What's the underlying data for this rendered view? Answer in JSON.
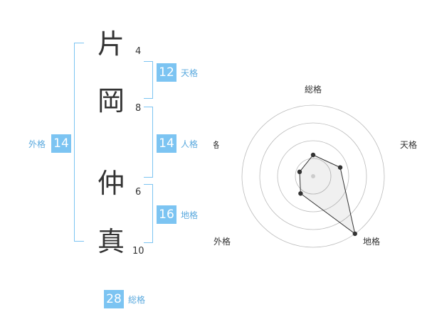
{
  "name": {
    "chars": [
      {
        "char": "片",
        "strokes": "4"
      },
      {
        "char": "岡",
        "strokes": "8"
      },
      {
        "char": "仲",
        "strokes": "6"
      },
      {
        "char": "真",
        "strokes": "10"
      }
    ]
  },
  "fortunes": {
    "tenkaku": {
      "value": "12",
      "label": "天格"
    },
    "jinkaku": {
      "value": "14",
      "label": "人格"
    },
    "chikaku": {
      "value": "16",
      "label": "地格"
    },
    "gaikaku": {
      "value": "14",
      "label": "外格"
    },
    "soukaku": {
      "value": "28",
      "label": "総格"
    }
  },
  "colors": {
    "accent": "#7cc4f2",
    "text": "#333333"
  },
  "chart_data": {
    "type": "radar",
    "axes": [
      "総格",
      "天格",
      "地格",
      "外格",
      "人格"
    ],
    "values": [
      0.3,
      0.4,
      1.0,
      0.3,
      0.2
    ],
    "rings": 4
  }
}
